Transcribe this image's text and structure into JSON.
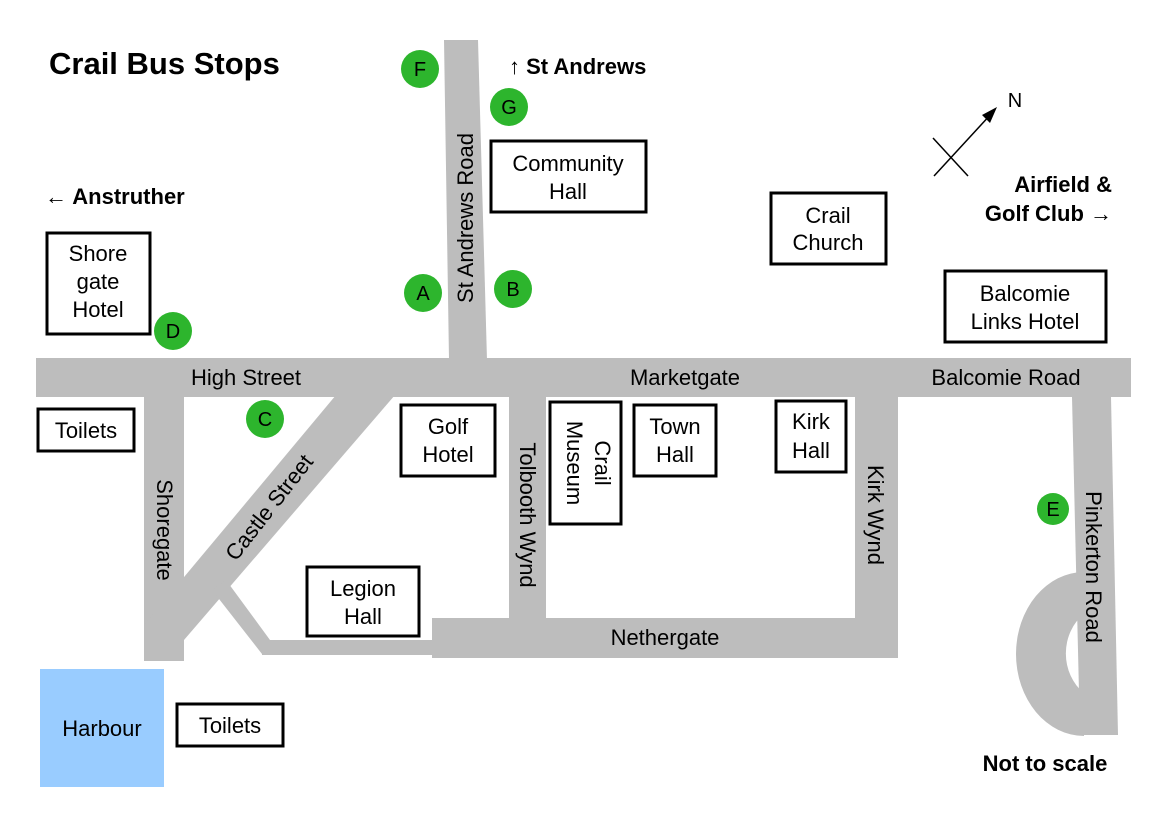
{
  "title": "Crail Bus Stops",
  "directions": {
    "st_andrews": "↑ St Andrews",
    "anstruther": "← Anstruther",
    "airfield_line1": "Airfield &",
    "airfield_line2": "Golf Club →",
    "north": "N"
  },
  "note": "Not to scale",
  "roads": {
    "high_street": "High Street",
    "marketgate": "Marketgate",
    "balcomie_road": "Balcomie Road",
    "st_andrews_road": "St Andrews Road",
    "shoregate": "Shoregate",
    "castle_street": "Castle Street",
    "tolbooth_wynd": "Tolbooth Wynd",
    "kirk_wynd": "Kirk Wynd",
    "nethergate": "Nethergate",
    "pinkerton_road": "Pinkerton Road"
  },
  "buildings": {
    "community_hall": [
      "Community",
      "Hall"
    ],
    "crail_church": [
      "Crail",
      "Church"
    ],
    "shoregate_hotel": [
      "Shore",
      "gate",
      "Hotel"
    ],
    "balcomie_links_hotel": [
      "Balcomie",
      "Links Hotel"
    ],
    "toilets_high_street": "Toilets",
    "golf_hotel": [
      "Golf",
      "Hotel"
    ],
    "crail_museum": [
      "Crail",
      "Museum"
    ],
    "town_hall": [
      "Town",
      "Hall"
    ],
    "kirk_hall": [
      "Kirk",
      "Hall"
    ],
    "legion_hall": [
      "Legion",
      "Hall"
    ],
    "harbour": "Harbour",
    "toilets_harbour": "Toilets"
  },
  "bus_stops": [
    "A",
    "B",
    "C",
    "D",
    "E",
    "F",
    "G"
  ],
  "colors": {
    "road": "#bdbdbd",
    "bus_stop": "#2db52d",
    "harbour": "#99ccff"
  }
}
